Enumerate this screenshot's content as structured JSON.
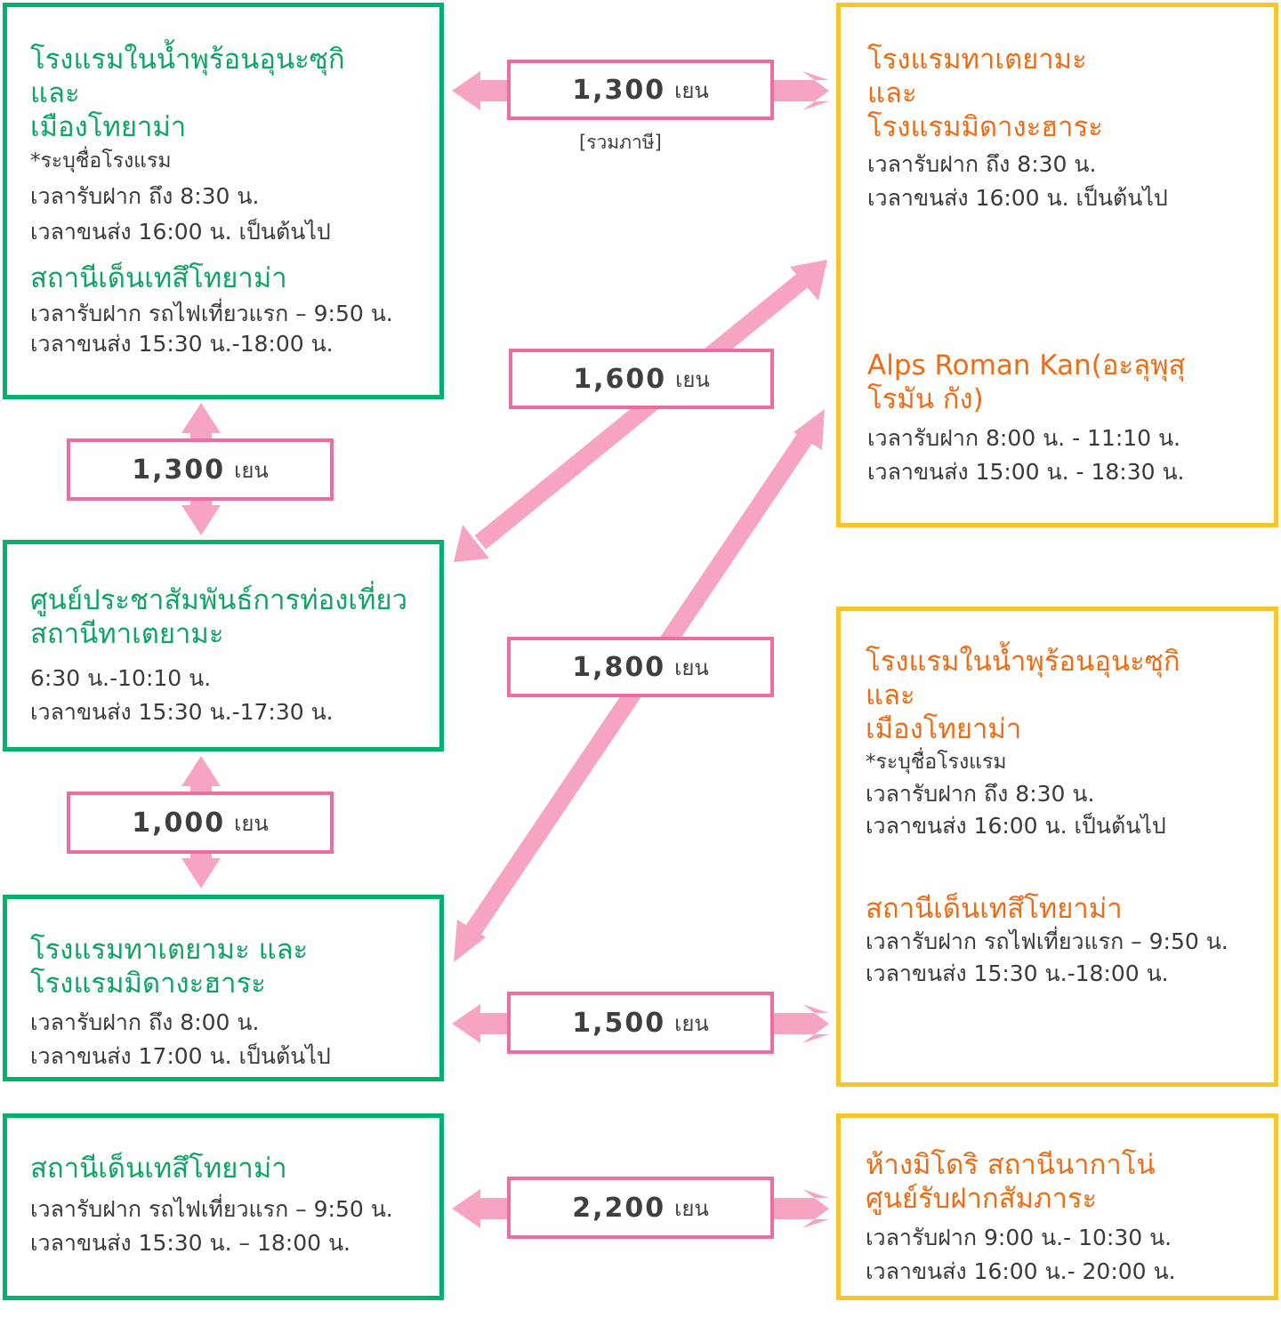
{
  "prices": {
    "p1": {
      "amount": "1,300",
      "unit": "เยน"
    },
    "tax_note": "[รวมภาษี]",
    "p2": {
      "amount": "1,600",
      "unit": "เยน"
    },
    "p3": {
      "amount": "1,800",
      "unit": "เยน"
    },
    "p4": {
      "amount": "1,500",
      "unit": "เยน"
    },
    "p5": {
      "amount": "2,200",
      "unit": "เยน"
    },
    "p6": {
      "amount": "1,300",
      "unit": "เยน"
    },
    "p7": {
      "amount": "1,000",
      "unit": "เยน"
    }
  },
  "left": {
    "unazuki": {
      "title": [
        "โรงแรมในน้ำพุร้อนอุนะซุกิ",
        "และ",
        "เมืองโทยาม่า"
      ],
      "note": "*ระบุชื่อโรงแรม",
      "lines": [
        "เวลารับฝาก ถึง 8:30 น.",
        "เวลาขนส่ง 16:00 น. เป็นต้นไป"
      ],
      "station_title": "สถานีเด็นเทสึโทยาม่า",
      "station_lines": [
        "เวลารับฝาก รถไฟเที่ยวแรก – 9:50 น.",
        "เวลาขนส่ง 15:30 น.-18:00 น."
      ]
    },
    "tateyama_center": {
      "title": [
        "ศูนย์ประชาสัมพันธ์การท่องเที่ยว",
        "สถานีทาเตยามะ"
      ],
      "lines": [
        "6:30 น.-10:10 น.",
        "เวลาขนส่ง 15:30 น.-17:30 น."
      ]
    },
    "hotel_tateyama": {
      "title": [
        "โรงแรมทาเตยามะ และ",
        "โรงแรมมิดางะฮาระ"
      ],
      "lines": [
        "เวลารับฝาก ถึง 8:00 น.",
        "เวลาขนส่ง 17:00 น. เป็นต้นไป"
      ]
    },
    "dentetsu": {
      "title": [
        "สถานีเด็นเทสึโทยาม่า"
      ],
      "lines": [
        "เวลารับฝาก รถไฟเที่ยวแรก  – 9:50 น.",
        "เวลาขนส่ง 15:30 น. – 18:00 น."
      ]
    }
  },
  "right": {
    "hotels": {
      "title": [
        "โรงแรมทาเตยามะ",
        "และ",
        "โรงแรมมิดางะฮาระ"
      ],
      "lines": [
        "เวลารับฝาก ถึง 8:30 น.",
        "เวลาขนส่ง 16:00 น. เป็นต้นไป"
      ],
      "alps_title": [
        "Alps Roman Kan(อะลุพุสุ",
        "โรมัน กัง)"
      ],
      "alps_lines": [
        "เวลารับฝาก 8:00 น. - 11:10 น.",
        "เวลาขนส่ง 15:00 น. - 18:30 น."
      ]
    },
    "unazuki": {
      "title": [
        "โรงแรมในน้ำพุร้อนอุนะซุกิ",
        "และ",
        "เมืองโทยาม่า"
      ],
      "note": "*ระบุชื่อโรงแรม",
      "lines": [
        "เวลารับฝาก ถึง 8:30 น.",
        "เวลาขนส่ง 16:00 น. เป็นต้นไป"
      ],
      "station_title": "สถานีเด็นเทสึโทยาม่า",
      "station_lines": [
        "เวลารับฝาก รถไฟเที่ยวแรก – 9:50 น.",
        "เวลาขนส่ง 15:30 น.-18:00 น."
      ]
    },
    "midori": {
      "title": [
        "ห้างมิโดริ สถานีนากาโน่",
        "ศูนย์รับฝากสัมภาระ"
      ],
      "lines": [
        "เวลารับฝาก 9:00 น.- 10:30 น.",
        "เวลาขนส่ง 16:00 น.- 20:00 น."
      ]
    }
  },
  "colors": {
    "green": "#00b26b",
    "yellow": "#f7c52b",
    "arrow": "#f7a3c4",
    "price_border": "#ee6ca2"
  }
}
